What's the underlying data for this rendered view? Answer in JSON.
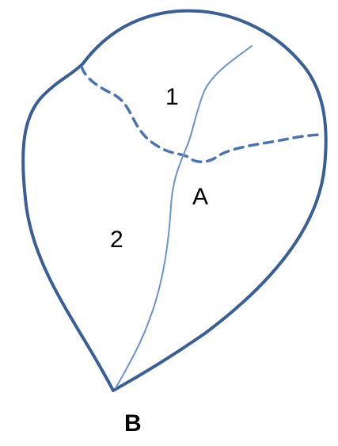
{
  "diagram": {
    "labels": {
      "sub_area_1": "1",
      "sub_area_2": "2",
      "point_a": "A",
      "point_b": "B"
    },
    "colors": {
      "boundary": "#3a5f97",
      "divide": "#4a73b2",
      "stream": "#6b93cc",
      "text": "#000000"
    }
  }
}
